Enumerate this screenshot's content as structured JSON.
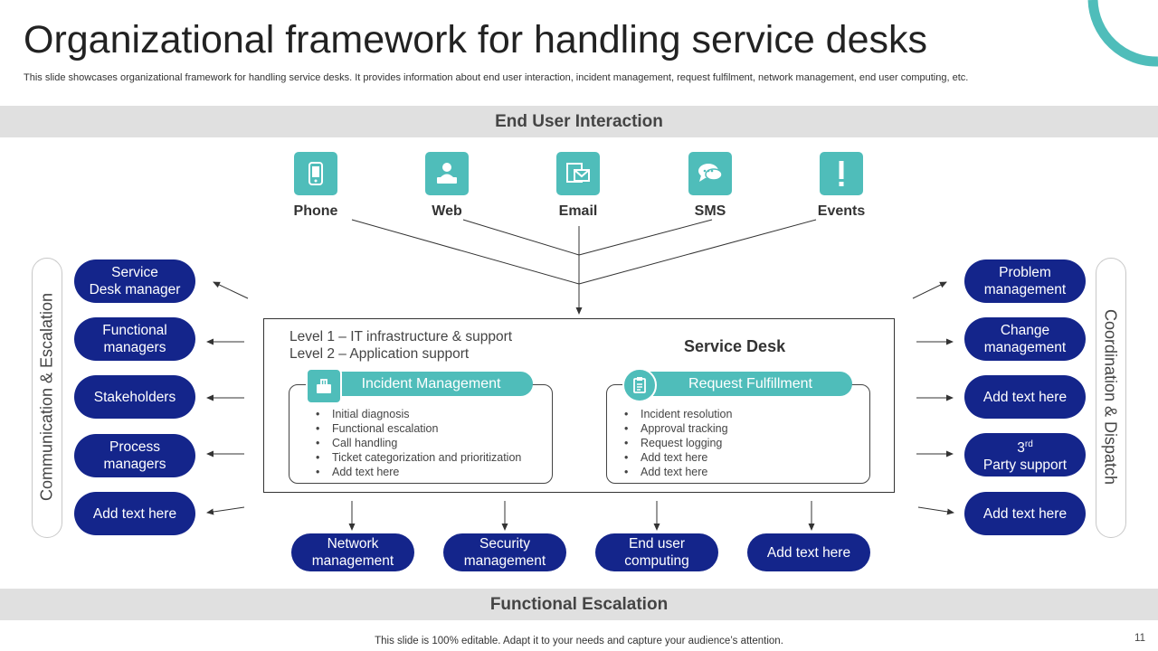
{
  "title": "Organizational framework for handling service desks",
  "subtitle": "This slide showcases organizational framework for handling service desks. It provides information about end user interaction, incident management, request fulfilment, network management, end user computing, etc.",
  "top_band": "End User Interaction",
  "bottom_band": "Functional Escalation",
  "channels": [
    {
      "label": "Phone",
      "icon": "phone-icon"
    },
    {
      "label": "Web",
      "icon": "web-user-icon"
    },
    {
      "label": "Email",
      "icon": "email-icon"
    },
    {
      "label": "SMS",
      "icon": "sms-chat-icon"
    },
    {
      "label": "Events",
      "icon": "exclamation-icon"
    }
  ],
  "left_side_label": "Communication & Escalation",
  "right_side_label": "Coordination & Dispatch",
  "left_items": [
    {
      "line1": "Service",
      "line2": "Desk manager"
    },
    {
      "line1": "Functional",
      "line2": "managers"
    },
    {
      "line1": "Stakeholders",
      "line2": ""
    },
    {
      "line1": "Process",
      "line2": "managers"
    },
    {
      "line1": "Add text here",
      "line2": ""
    }
  ],
  "right_items": [
    {
      "line1": "Problem",
      "line2": "management"
    },
    {
      "line1": "Change",
      "line2": "management"
    },
    {
      "line1": "Add text here",
      "line2": ""
    },
    {
      "line1": "3",
      "sup": "rd",
      "line2": "Party support"
    },
    {
      "line1": "Add text here",
      "line2": ""
    }
  ],
  "bottom_items": [
    {
      "line1": "Network",
      "line2": "management"
    },
    {
      "line1": "Security",
      "line2": "management"
    },
    {
      "line1": "End user",
      "line2": "computing"
    },
    {
      "line1": "Add text here",
      "line2": ""
    }
  ],
  "service_desk": {
    "title": "Service Desk",
    "level1": "Level 1 – IT infrastructure  & support",
    "level2": "Level 2 – Application support",
    "incident": {
      "header": "Incident Management",
      "icon": "incident-toolbox-icon",
      "items": [
        "Initial diagnosis",
        "Functional escalation",
        "Call handling",
        "Ticket categorization and prioritization",
        "Add text here"
      ]
    },
    "request": {
      "header": "Request Fulfillment",
      "icon": "request-clipboard-icon",
      "items": [
        "Incident resolution",
        "Approval tracking",
        "Request logging",
        "Add text here",
        "Add text here"
      ]
    }
  },
  "footer": "This slide is 100% editable. Adapt it to your needs and capture your audience’s attention.",
  "page_number": "11",
  "colors": {
    "teal": "#4fbdba",
    "navy": "#14258b",
    "band_gray": "#e0e0e0"
  }
}
